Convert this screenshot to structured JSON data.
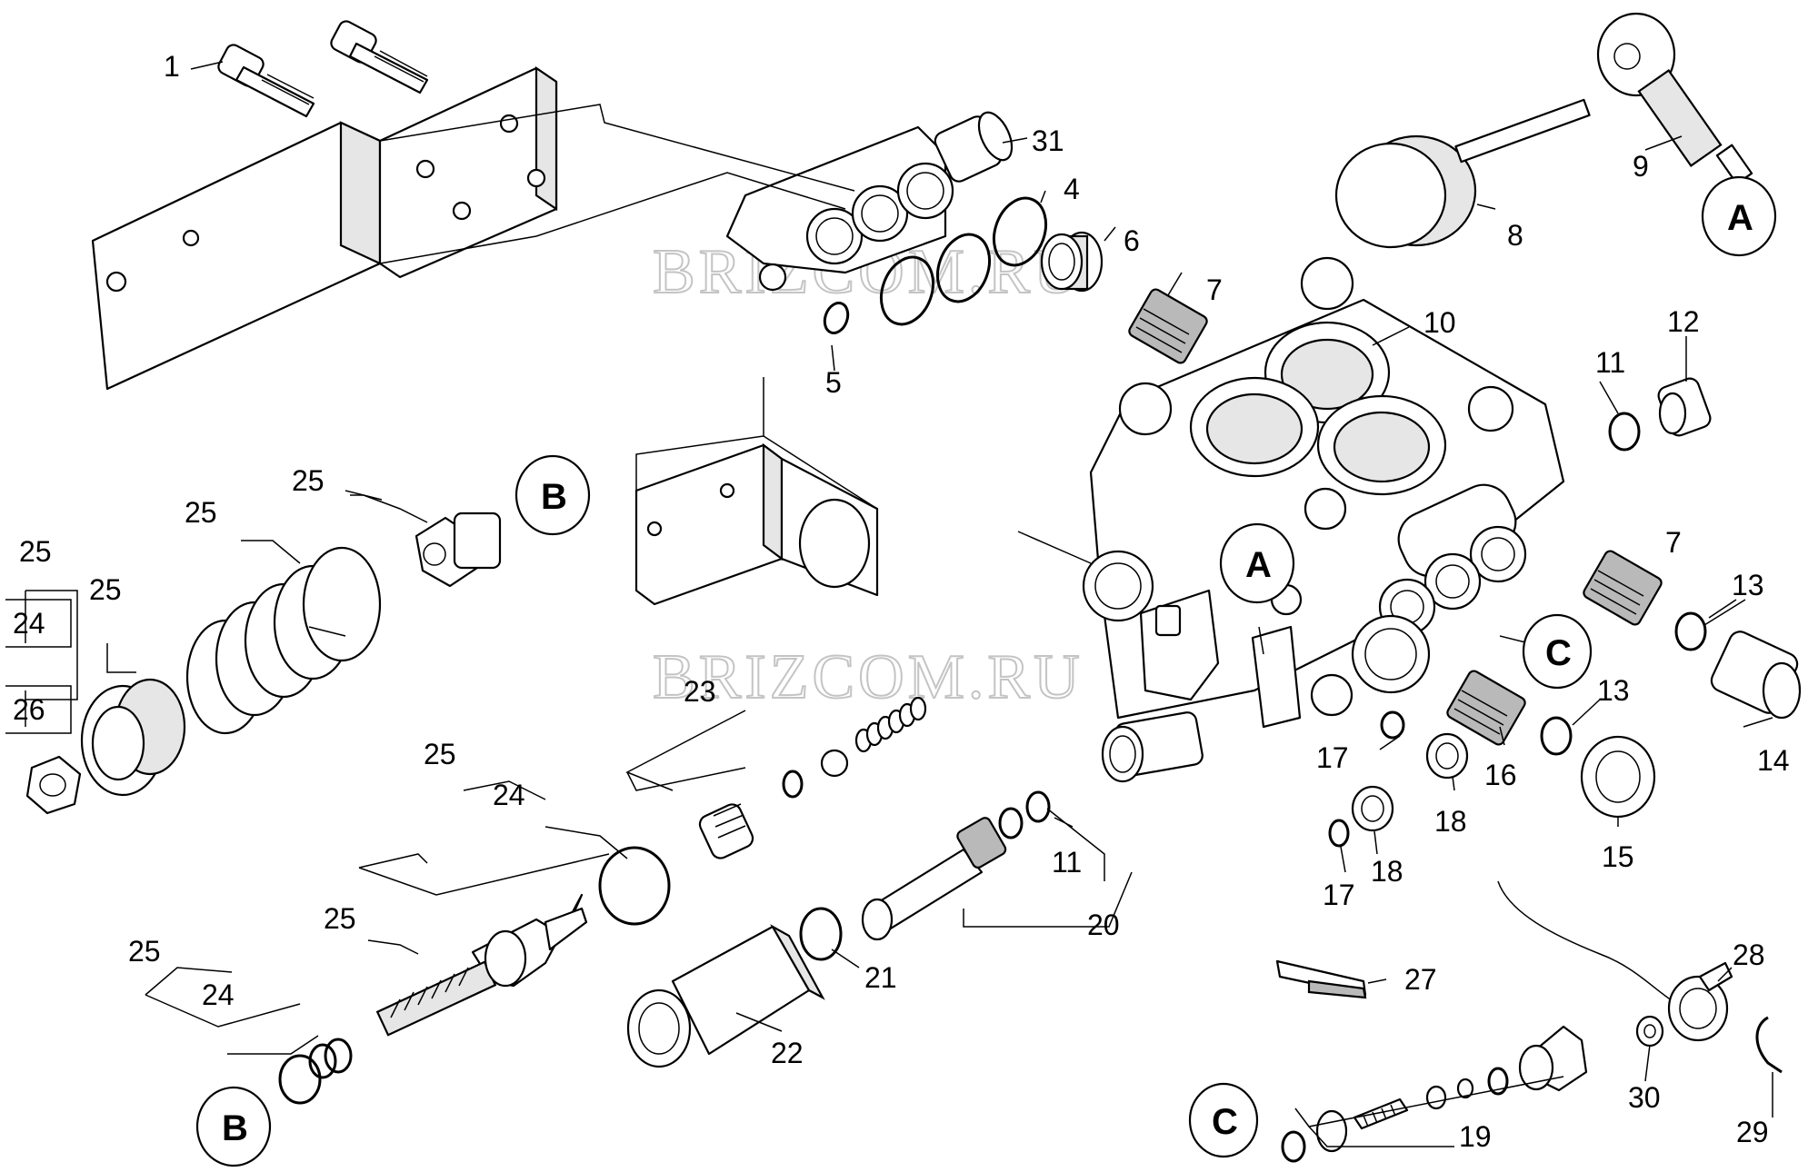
{
  "watermarks": [
    "BRIZCOM.RU",
    "BRIZCOM.RU"
  ],
  "refs": {
    "a": "A",
    "b": "B",
    "c": "C"
  },
  "callouts": {
    "n1": "1",
    "n4": "4",
    "n5": "5",
    "n6": "6",
    "n7a": "7",
    "n7b": "7",
    "n8": "8",
    "n9": "9",
    "n10": "10",
    "n11a": "11",
    "n11b": "11",
    "n12": "12",
    "n13a": "13",
    "n13b": "13",
    "n14": "14",
    "n15": "15",
    "n16": "16",
    "n17a": "17",
    "n17b": "17",
    "n18a": "18",
    "n18b": "18",
    "n19": "19",
    "n20": "20",
    "n21": "21",
    "n22": "22",
    "n23": "23",
    "n24a": "24",
    "n24b": "24",
    "n24c": "24",
    "n25a": "25",
    "n25b": "25",
    "n25c": "25",
    "n25d": "25",
    "n25e": "25",
    "n25f": "25",
    "n25g": "25",
    "n26": "26",
    "n27": "27",
    "n28": "28",
    "n29": "29",
    "n30": "30",
    "n31": "31"
  }
}
